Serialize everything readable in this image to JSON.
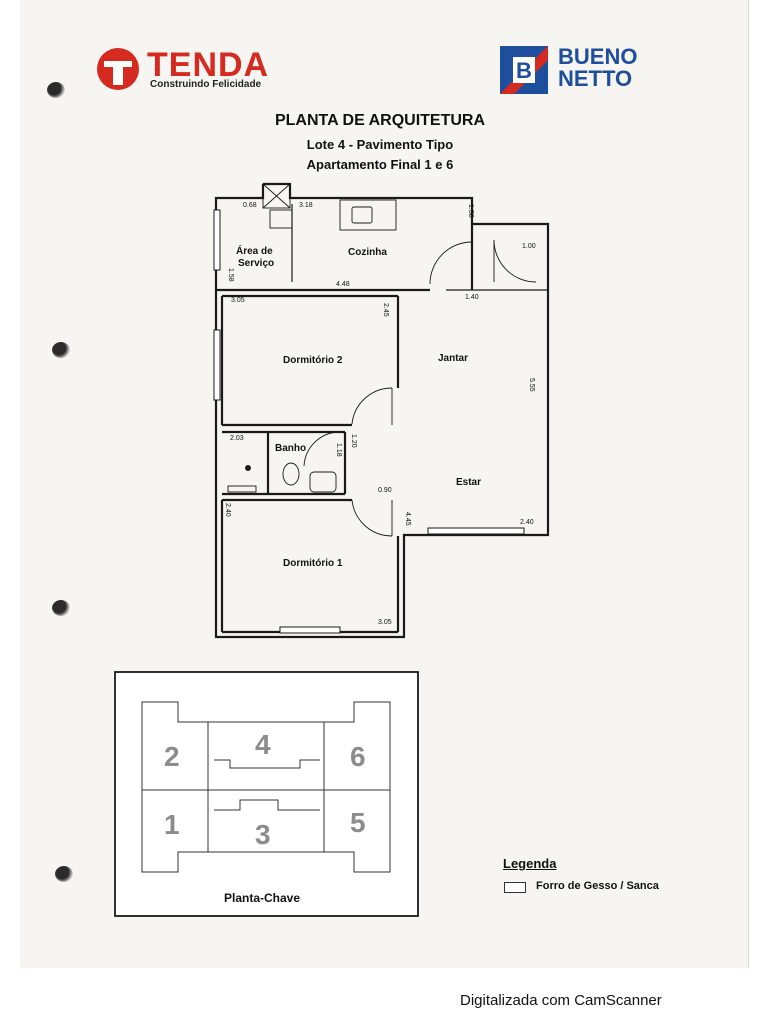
{
  "brand_left": {
    "name": "TENDA",
    "tagline": "Construindo Felicidade",
    "color": "#d42a20"
  },
  "brand_right": {
    "line1": "BUENO",
    "line2": "NETTO",
    "mark": "B",
    "color": "#1f4e9c",
    "accent": "#d42a20"
  },
  "title": {
    "main": "PLANTA DE ARQUITETURA",
    "line2": "Lote 4 - Pavimento Tipo",
    "line3": "Apartamento Final 1 e 6"
  },
  "rooms": {
    "area_servico_1": "Área de",
    "area_servico_2": "Serviço",
    "cozinha": "Cozinha",
    "dormitorio2": "Dormitório 2",
    "jantar": "Jantar",
    "banho": "Banho",
    "estar": "Estar",
    "dormitorio1": "Dormitório 1"
  },
  "dimensions": {
    "d068": "0.68",
    "d318": "3.18",
    "d158a": "1.58",
    "d158b": "1.58",
    "d448": "4.48",
    "d100": "1.00",
    "d140": "1.40",
    "d305a": "3.05",
    "d245": "2.45",
    "d555": "5.55",
    "d203": "2.03",
    "d120": "1.20",
    "d118": "1.18",
    "d090": "0.90",
    "d240a": "2.40",
    "d445": "4.45",
    "d240b": "2.40",
    "d305b": "3.05"
  },
  "key_plan": {
    "caption": "Planta-Chave",
    "units": [
      "2",
      "4",
      "6",
      "1",
      "3",
      "5"
    ]
  },
  "legend": {
    "title": "Legenda",
    "item": "Forro de Gesso / Sanca"
  },
  "footer": "Digitalizada com CamScanner"
}
